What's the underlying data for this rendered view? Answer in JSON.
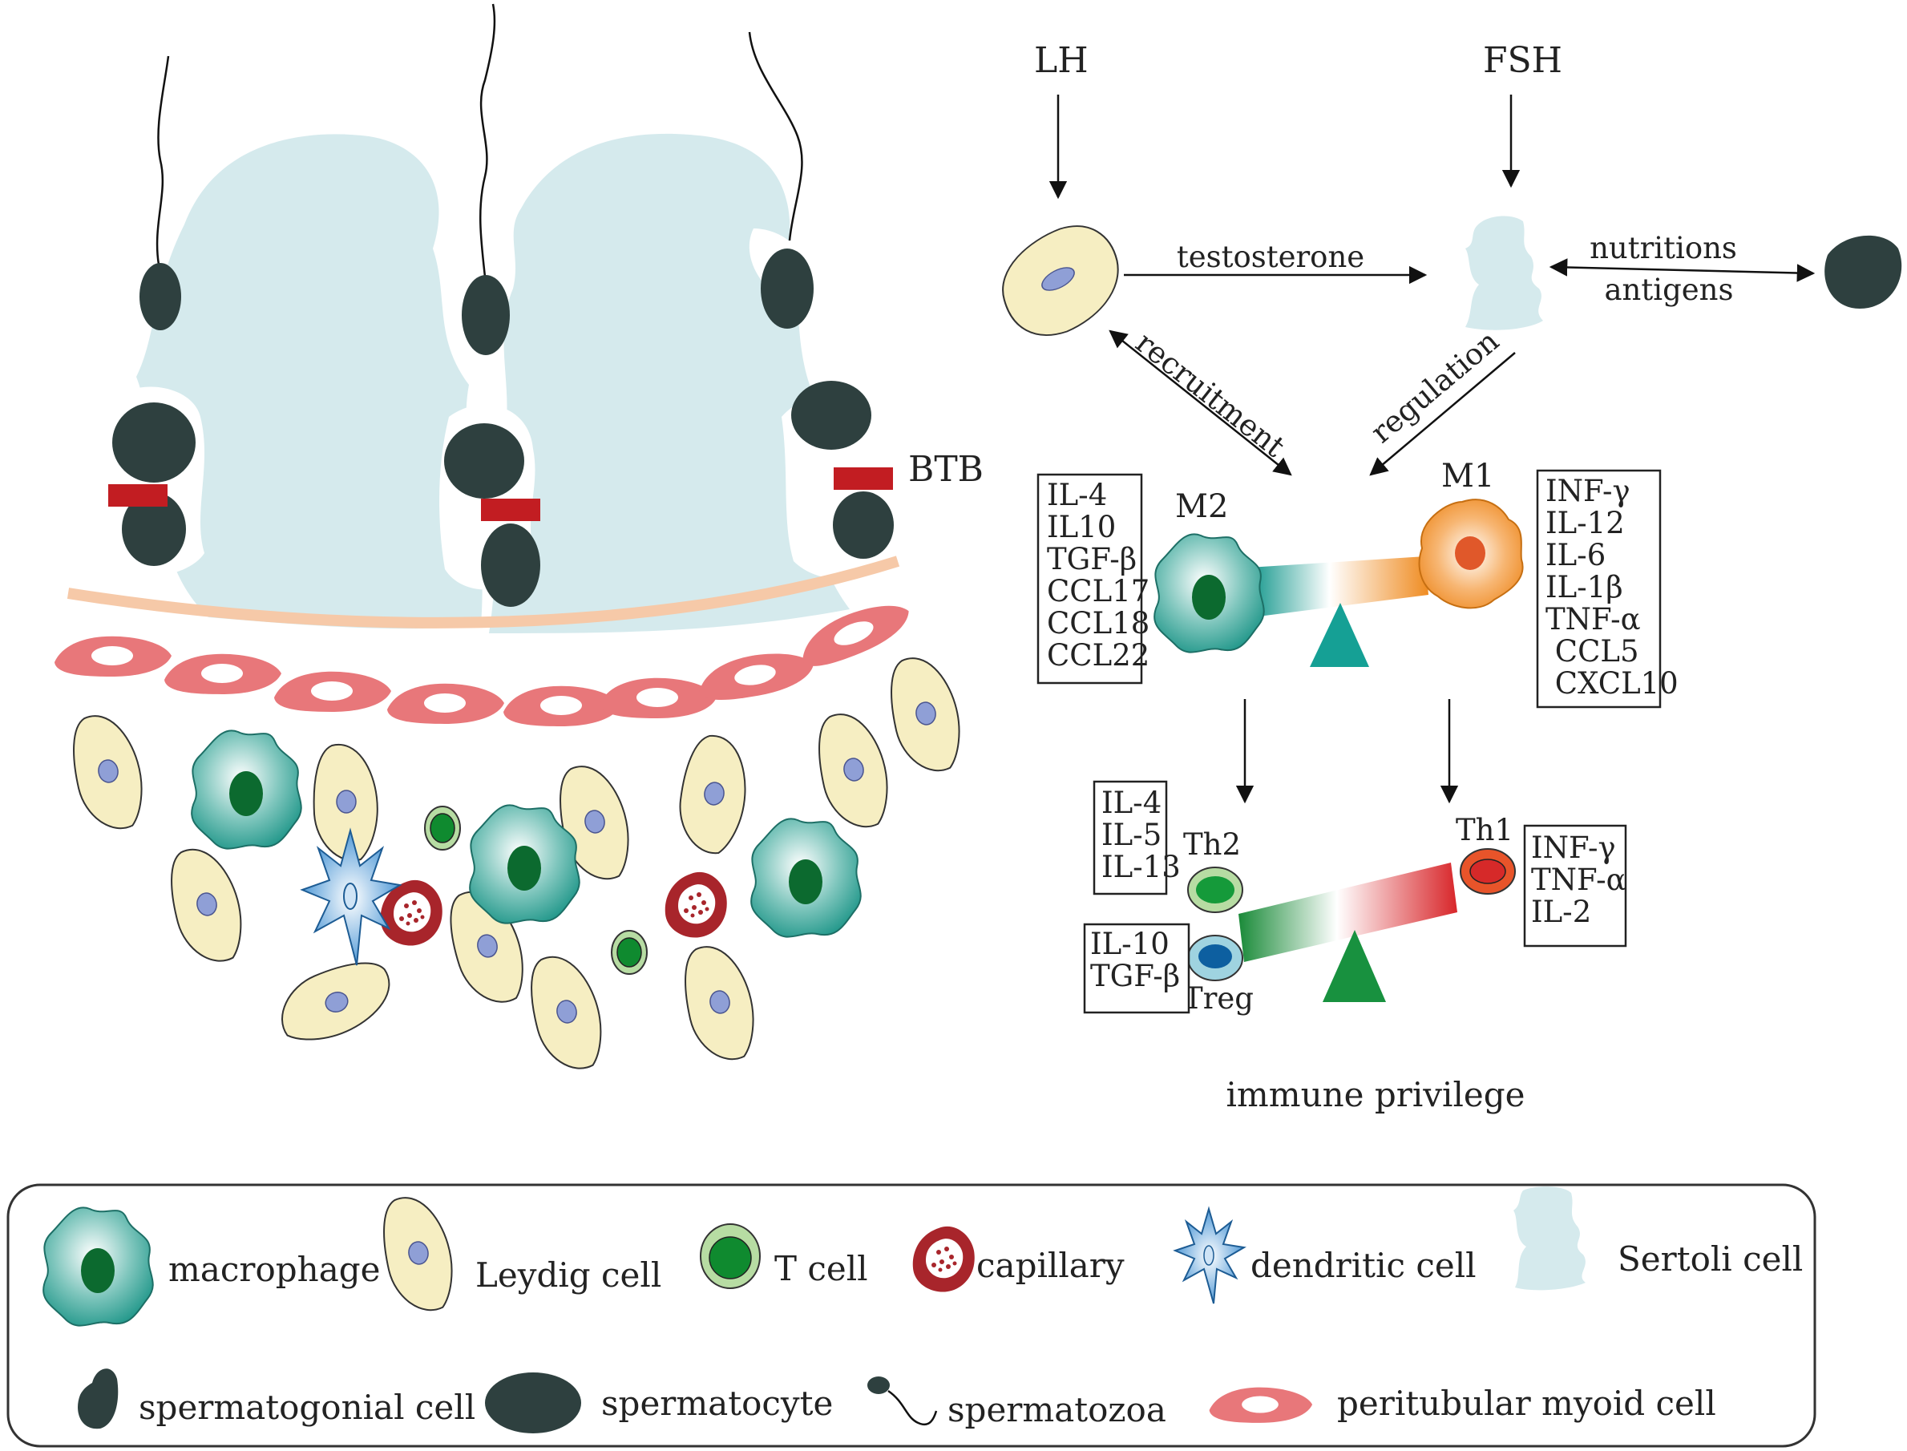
{
  "diagram": {
    "left_labels": {
      "btb": "BTB"
    },
    "hormones": {
      "lh": "LH",
      "fsh": "FSH"
    },
    "arrow_labels": {
      "testosterone": "testosterone",
      "nutritions": "nutritions",
      "antigens": "antigens",
      "recruitment": "recruitment",
      "regulation": "regulation"
    },
    "macrophage_types": {
      "m2": "M2",
      "m1": "M1"
    },
    "m2_cytokines": [
      "IL-4",
      "IL10",
      "TGF-β",
      "CCL17",
      "CCL18",
      "CCL22"
    ],
    "m1_cytokines": [
      "INF-γ",
      "IL-12",
      "IL-6",
      "IL-1β",
      "TNF-α",
      " CCL5",
      " CXCL10"
    ],
    "t_cells": {
      "th2": "Th2",
      "treg": "Treg",
      "th1": "Th1"
    },
    "th2_cytokines": [
      "IL-4",
      "IL-5",
      "IL-13"
    ],
    "treg_cytokines": [
      "IL-10",
      "TGF-β"
    ],
    "th1_cytokines": [
      "INF-γ",
      "TNF-α",
      "IL-2"
    ],
    "conclusion": "immune privilege"
  },
  "legend": [
    {
      "icon": "macrophage-icon",
      "label": "macrophage"
    },
    {
      "icon": "leydig-cell-icon",
      "label": "Leydig cell"
    },
    {
      "icon": "t-cell-icon",
      "label": "T cell"
    },
    {
      "icon": "capillary-icon",
      "label": "capillary"
    },
    {
      "icon": "dendritic-cell-icon",
      "label": "dendritic cell"
    },
    {
      "icon": "sertoli-cell-icon",
      "label": "Sertoli cell"
    },
    {
      "icon": "spermatogonial-cell-icon",
      "label": "spermatogonial cell"
    },
    {
      "icon": "spermatocyte-icon",
      "label": "spermatocyte"
    },
    {
      "icon": "spermatozoa-icon",
      "label": "spermatozoa"
    },
    {
      "icon": "peritubular-myoid-cell-icon",
      "label": "peritubular myoid cell"
    }
  ],
  "colors": {
    "sertoli": "#d5eaed",
    "dark_cell": "#2e403f",
    "btb": "#c21d22",
    "myoid": "#e8777a",
    "leydig": "#f6eec2",
    "leydig_nucleus": "#8f9fd6",
    "macrophage": "#2a9d90",
    "m1": "#ef9130",
    "th_green": "#1c8f3c",
    "th_red": "#d62929",
    "capillary": "#a8252b",
    "dendritic": "#3a8fd1"
  }
}
